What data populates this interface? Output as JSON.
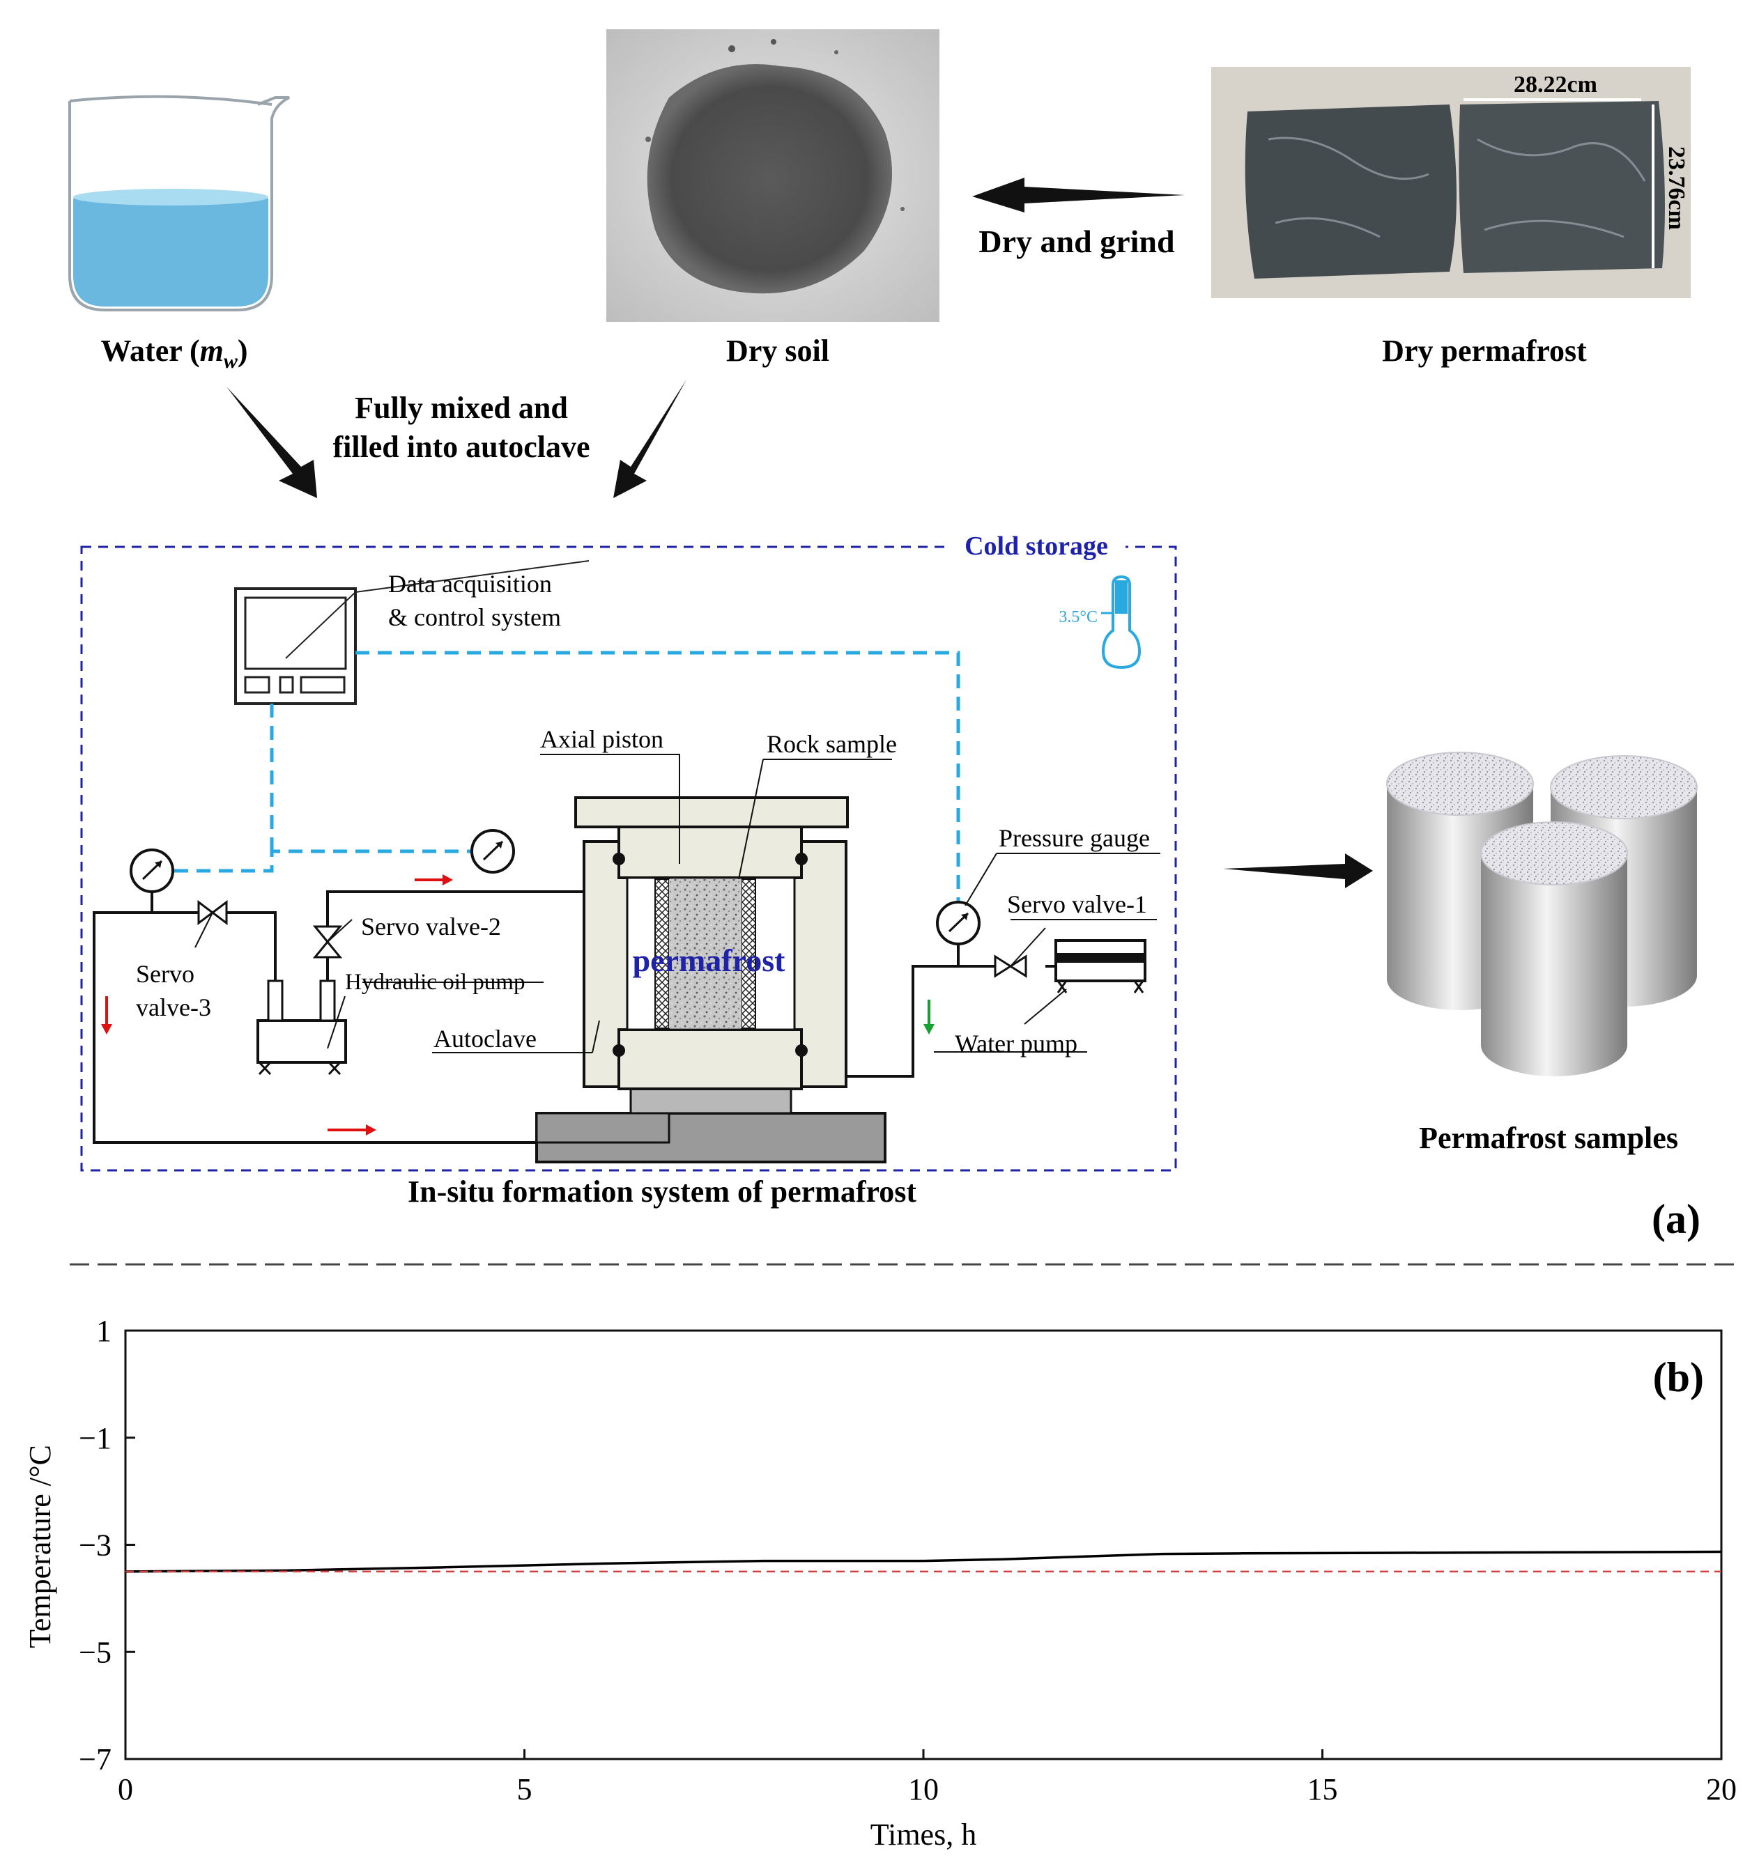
{
  "panel_a": {
    "water_label": "Water (",
    "water_symbol": "m",
    "water_subscript": "w",
    "water_label_end": ")",
    "dry_soil_label": "Dry soil",
    "dry_permafrost_label": "Dry permafrost",
    "dry_grind_label": "Dry and grind",
    "dim_width": "28.22cm",
    "dim_height": "23.76cm",
    "mix_label_line1": "Fully mixed and",
    "mix_label_line2": "filled into autoclave",
    "cold_storage_label": "Cold storage",
    "temperature_indicator": "3.5°C",
    "system": {
      "data_acq_line1": "Data acquisition",
      "data_acq_line2": "& control system",
      "axial_piston": "Axial  piston",
      "rock_sample": "Rock sample",
      "pressure_gauge": "Pressure gauge",
      "servo_valve_1": "Servo valve-1",
      "servo_valve_2": "Servo valve-2",
      "servo_valve_3_line1": "Servo",
      "servo_valve_3_line2": "valve-3",
      "hydraulic_pump": "Hydraulic  oil pump",
      "autoclave": "Autoclave",
      "water_pump": "Water pump",
      "permafrost": "permafrost"
    },
    "system_caption": "In-situ formation system of permafrost",
    "samples_caption": "Permafrost samples",
    "panel_label": "(a)"
  },
  "panel_b": {
    "panel_label": "(b)"
  },
  "colors": {
    "dashed_signal": "#2aa8e0",
    "cold_storage_border": "#1e22a8",
    "permafrost_text": "#1e22a8",
    "flow_arrow_red": "#e01010",
    "flow_arrow_green": "#15a030",
    "water": "#6ab7e0",
    "reference_line": "#d04040"
  },
  "chart_data": {
    "type": "line",
    "title": "",
    "xlabel": "Times, h",
    "ylabel": "Temperature /°C",
    "xlim": [
      0,
      20
    ],
    "ylim": [
      -7,
      1
    ],
    "x_ticks": [
      "0",
      "5",
      "10",
      "15",
      "20"
    ],
    "y_ticks": [
      "1",
      "−1",
      "−3",
      "−5",
      "−7"
    ],
    "grid": false,
    "series": [
      {
        "line_style": "solid",
        "color": "#000000",
        "x": [
          0,
          2,
          4,
          6,
          8,
          10,
          11,
          12,
          13,
          14,
          16,
          18,
          20
        ],
        "y": [
          -3.5,
          -3.48,
          -3.42,
          -3.35,
          -3.3,
          -3.3,
          -3.27,
          -3.22,
          -3.17,
          -3.16,
          -3.15,
          -3.14,
          -3.13
        ]
      },
      {
        "line_style": "dashed",
        "color": "#d04040",
        "x": [
          0,
          20
        ],
        "y": [
          -3.5,
          -3.5
        ]
      }
    ]
  }
}
